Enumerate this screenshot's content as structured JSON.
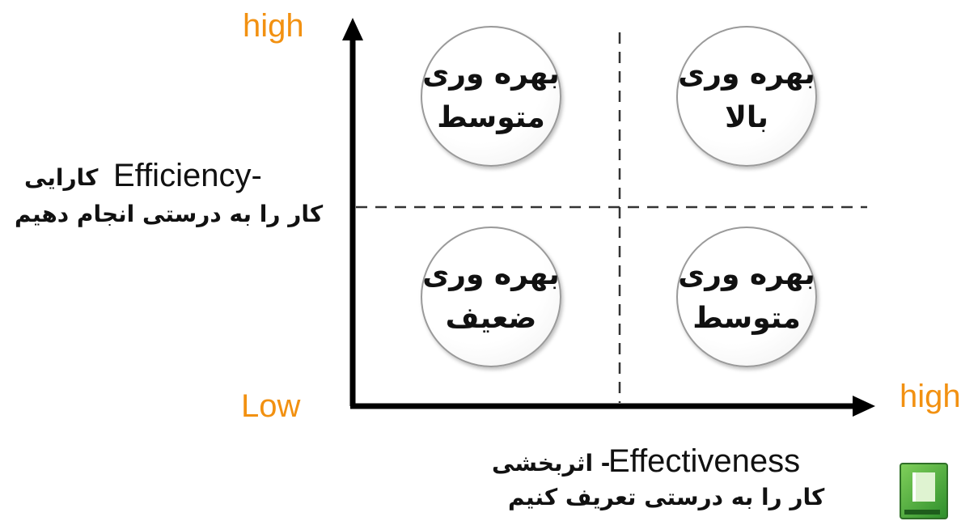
{
  "axes": {
    "y_high": "high",
    "x_low": "Low",
    "x_high": "high"
  },
  "y_axis": {
    "title_en": "Efficiency-",
    "title_fa": "کارایی",
    "subtitle": "کار را به درستی انجام دهیم"
  },
  "x_axis": {
    "title_en": "Effectiveness",
    "title_fa": "اثربخشی -",
    "subtitle": "کار را به درستی تعریف کنیم"
  },
  "quadrants": {
    "top_left": {
      "line1": "بهره وری",
      "line2": "متوسط"
    },
    "top_right": {
      "line1": "بهره وری",
      "line2": "بالا"
    },
    "bottom_left": {
      "line1": "بهره وری",
      "line2": "ضعیف"
    },
    "bottom_right": {
      "line1": "بهره وری",
      "line2": "متوسط"
    }
  },
  "colors": {
    "axis_label": "#F29111",
    "axis_line": "#000000",
    "dash_line": "#333333"
  }
}
